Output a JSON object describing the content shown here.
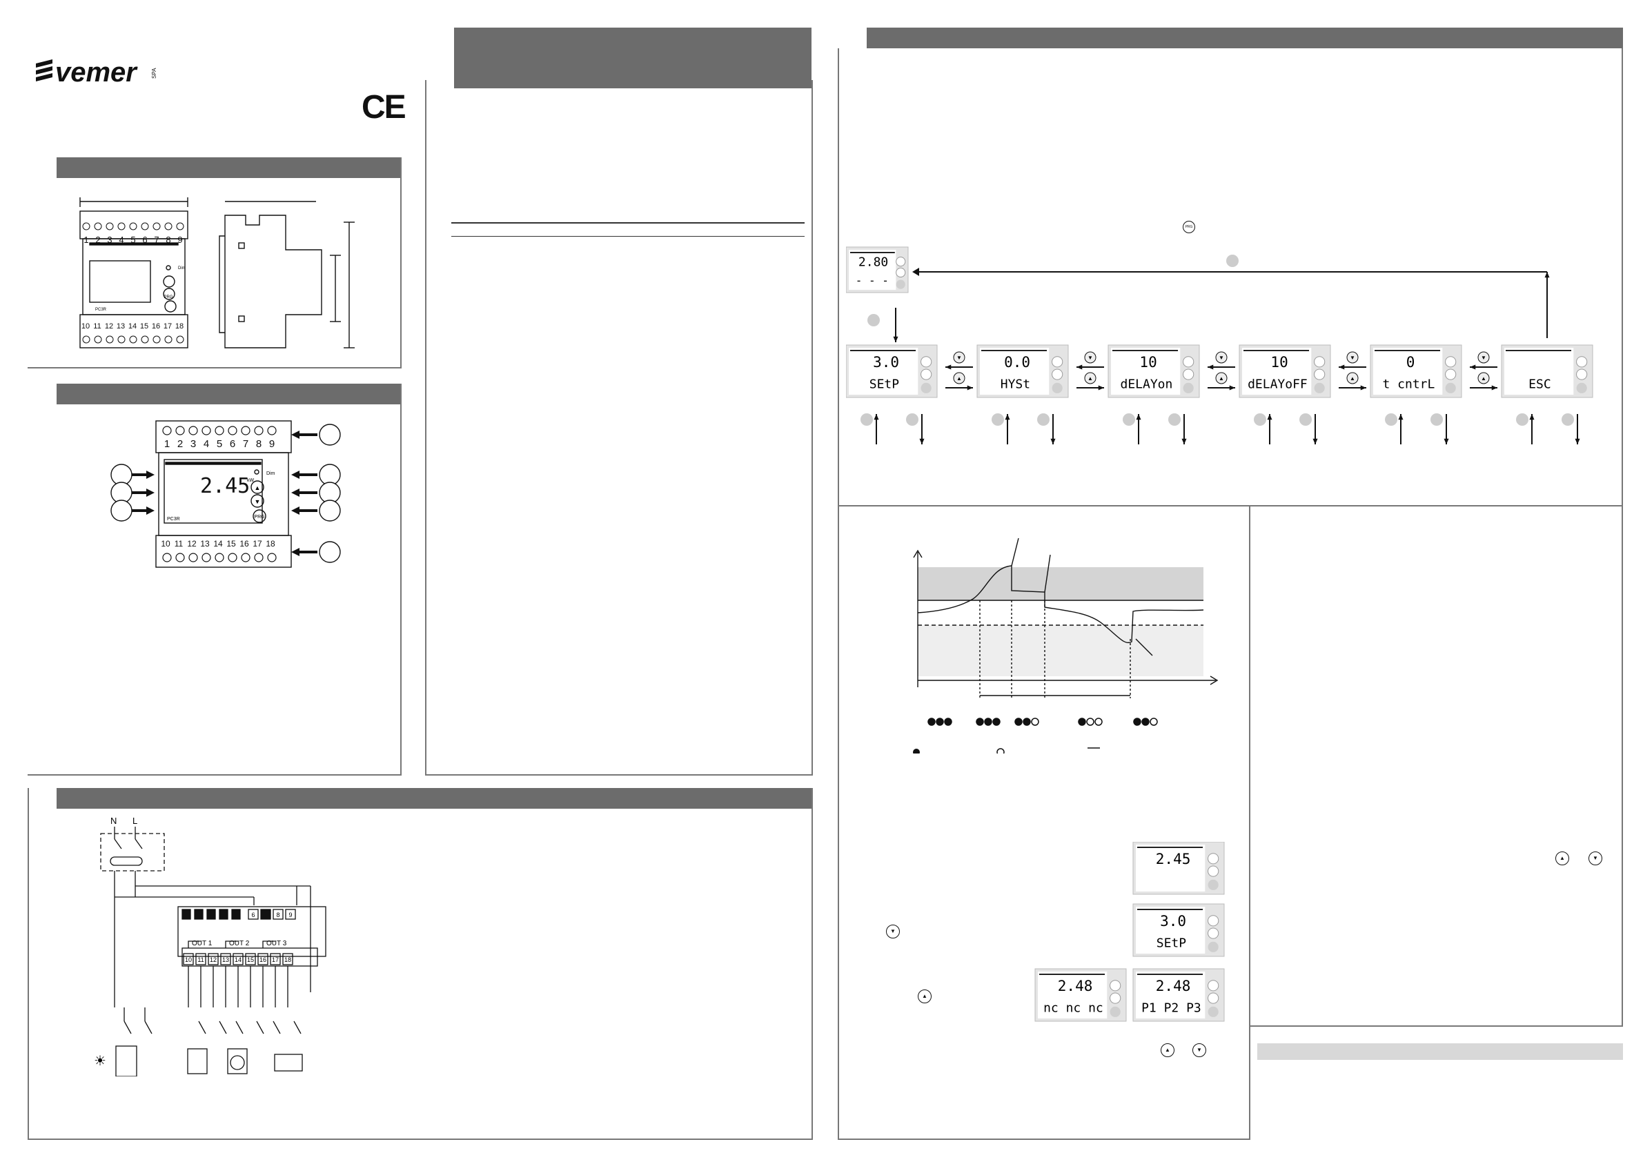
{
  "brand": {
    "logo_text": "vemer",
    "logo_suffix": "SPA",
    "ce_mark": "CE"
  },
  "device": {
    "model": "PC3R",
    "dim_label": "Dim",
    "prg_label": "PRG",
    "terminals_top": [
      "1",
      "2",
      "3",
      "4",
      "5",
      "6",
      "7",
      "8",
      "9"
    ],
    "terminals_bottom": [
      "10",
      "11",
      "12",
      "13",
      "14",
      "15",
      "16",
      "17",
      "18"
    ],
    "unit": "kW",
    "front_reading": "2.45"
  },
  "wiring": {
    "n_label": "N",
    "l_label": "L",
    "out_labels": [
      "OUT 1",
      "OUT 2",
      "OUT 3"
    ],
    "top_terminals": [
      "6",
      "8",
      "9"
    ],
    "bottom_terminals": [
      "10",
      "11",
      "12",
      "13",
      "14",
      "15",
      "16",
      "17",
      "18"
    ]
  },
  "menu": {
    "home": {
      "value": "2.80",
      "sub": "- - -"
    },
    "items": [
      {
        "value": "3.0",
        "label": "SEtP"
      },
      {
        "value": "0.0",
        "label": "HYSt"
      },
      {
        "value": "10",
        "label": "dELAYon"
      },
      {
        "value": "10",
        "label": "dELAYoFF"
      },
      {
        "value": "0",
        "label": "t cntrL"
      },
      {
        "value": "",
        "label": "ESC"
      }
    ]
  },
  "chart_data": {
    "type": "diagram",
    "state_groups": [
      {
        "filled": 3,
        "empty": 0
      },
      {
        "filled": 3,
        "empty": 0
      },
      {
        "filled": 2,
        "empty": 1
      },
      {
        "filled": 1,
        "empty": 2
      },
      {
        "filled": 2,
        "empty": 1
      }
    ]
  },
  "examples": [
    {
      "value": "2.45",
      "sub": ""
    },
    {
      "value": "3.0",
      "sub": "SEtP"
    },
    {
      "value": "2.48",
      "sub": "nc nc nc"
    },
    {
      "value": "2.48",
      "sub": "P1 P2 P3"
    }
  ]
}
